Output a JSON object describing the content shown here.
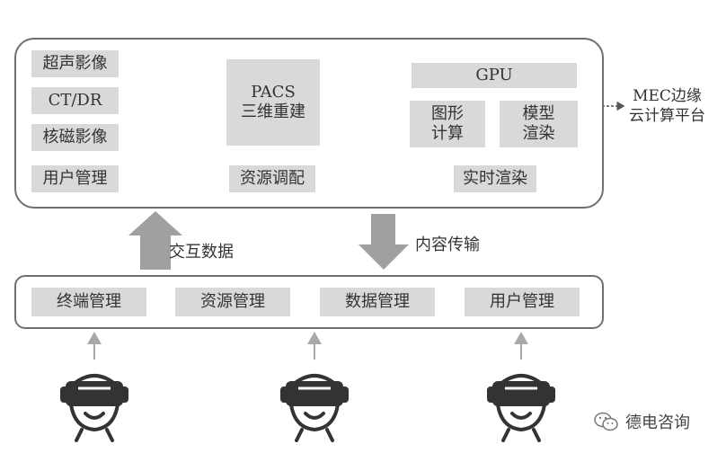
{
  "top_panel": {
    "left_items": [
      "超声影像",
      "CT/DR",
      "核磁影像"
    ],
    "user_mgmt": "用户管理",
    "pacs": "PACS\n三维重建",
    "resource_alloc": "资源调配",
    "gpu": "GPU",
    "graph_calc": "图形\n计算",
    "model_render": "模型\n渲染",
    "realtime_render": "实时渲染"
  },
  "mec_label": "MEC边缘\n云计算平台",
  "arrow_labels": {
    "up": "交互数据",
    "down": "内容传输"
  },
  "bottom_panel": {
    "items": [
      "终端管理",
      "资源管理",
      "数据管理",
      "用户管理"
    ]
  },
  "users": [
    "vr-user",
    "vr-user",
    "vr-user"
  ],
  "watermark": "德电咨询",
  "colors": {
    "box": "#d9d9d9",
    "arrow": "#a0a0a0",
    "border": "#6e6e6e",
    "text": "#333333"
  }
}
